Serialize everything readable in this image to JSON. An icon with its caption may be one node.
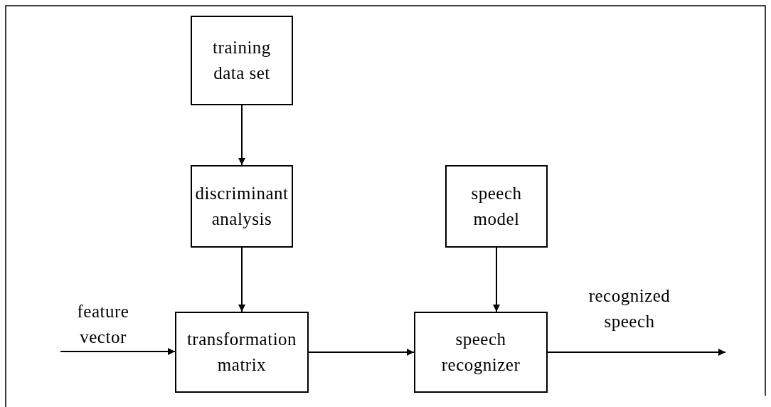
{
  "diagram": {
    "nodes": [
      {
        "text": [
          "training data set"
        ]
      },
      {
        "text": [
          "discriminant analysis"
        ]
      },
      {
        "text": [
          "speech model"
        ]
      },
      {
        "text": [
          "transformation matrix"
        ]
      },
      {
        "text": [
          "speech recognizer"
        ]
      },
      {
        "text": [
          "feature vector"
        ]
      },
      {
        "text": [
          "recognized speech"
        ]
      }
    ],
    "edges": [
      {
        "from": 0,
        "to": 1,
        "arrow": "to"
      },
      {
        "from": 1,
        "to": 3,
        "arrow": "to"
      },
      {
        "from": 2,
        "to": 4,
        "arrow": "to"
      },
      {
        "from": 5,
        "to": 3,
        "arrow": "to"
      },
      {
        "from": 3,
        "to": 4,
        "arrow": "to"
      },
      {
        "from": 4,
        "to": 6,
        "arrow": "to"
      }
    ]
  }
}
